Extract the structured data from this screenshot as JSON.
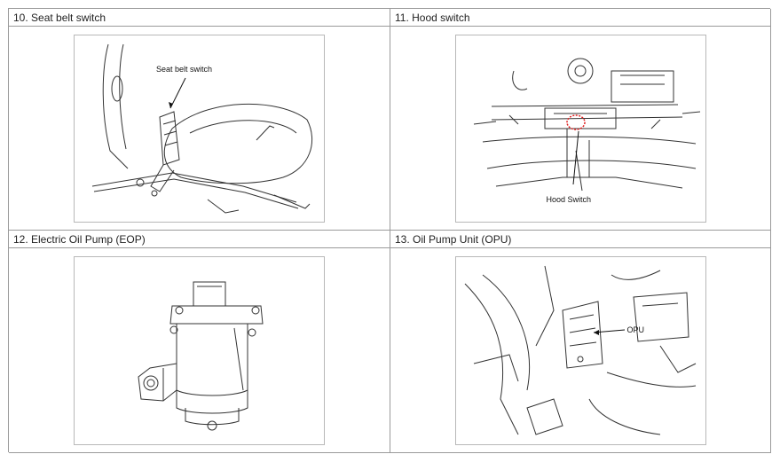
{
  "cells": [
    {
      "title": "10. Seat belt switch",
      "callout": "Seat belt switch",
      "icon": "seat-belt-switch-diagram"
    },
    {
      "title": "11. Hood switch",
      "callout": "Hood Switch",
      "icon": "hood-switch-diagram"
    },
    {
      "title": "12. Electric Oil Pump (EOP)",
      "icon": "electric-oil-pump-diagram"
    },
    {
      "title": "13. Oil Pump Unit (OPU)",
      "callout": "OPU",
      "icon": "oil-pump-unit-diagram"
    }
  ],
  "colors": {
    "border": "#9a9a9a",
    "highlight": "#e02020",
    "line": "#333333"
  }
}
